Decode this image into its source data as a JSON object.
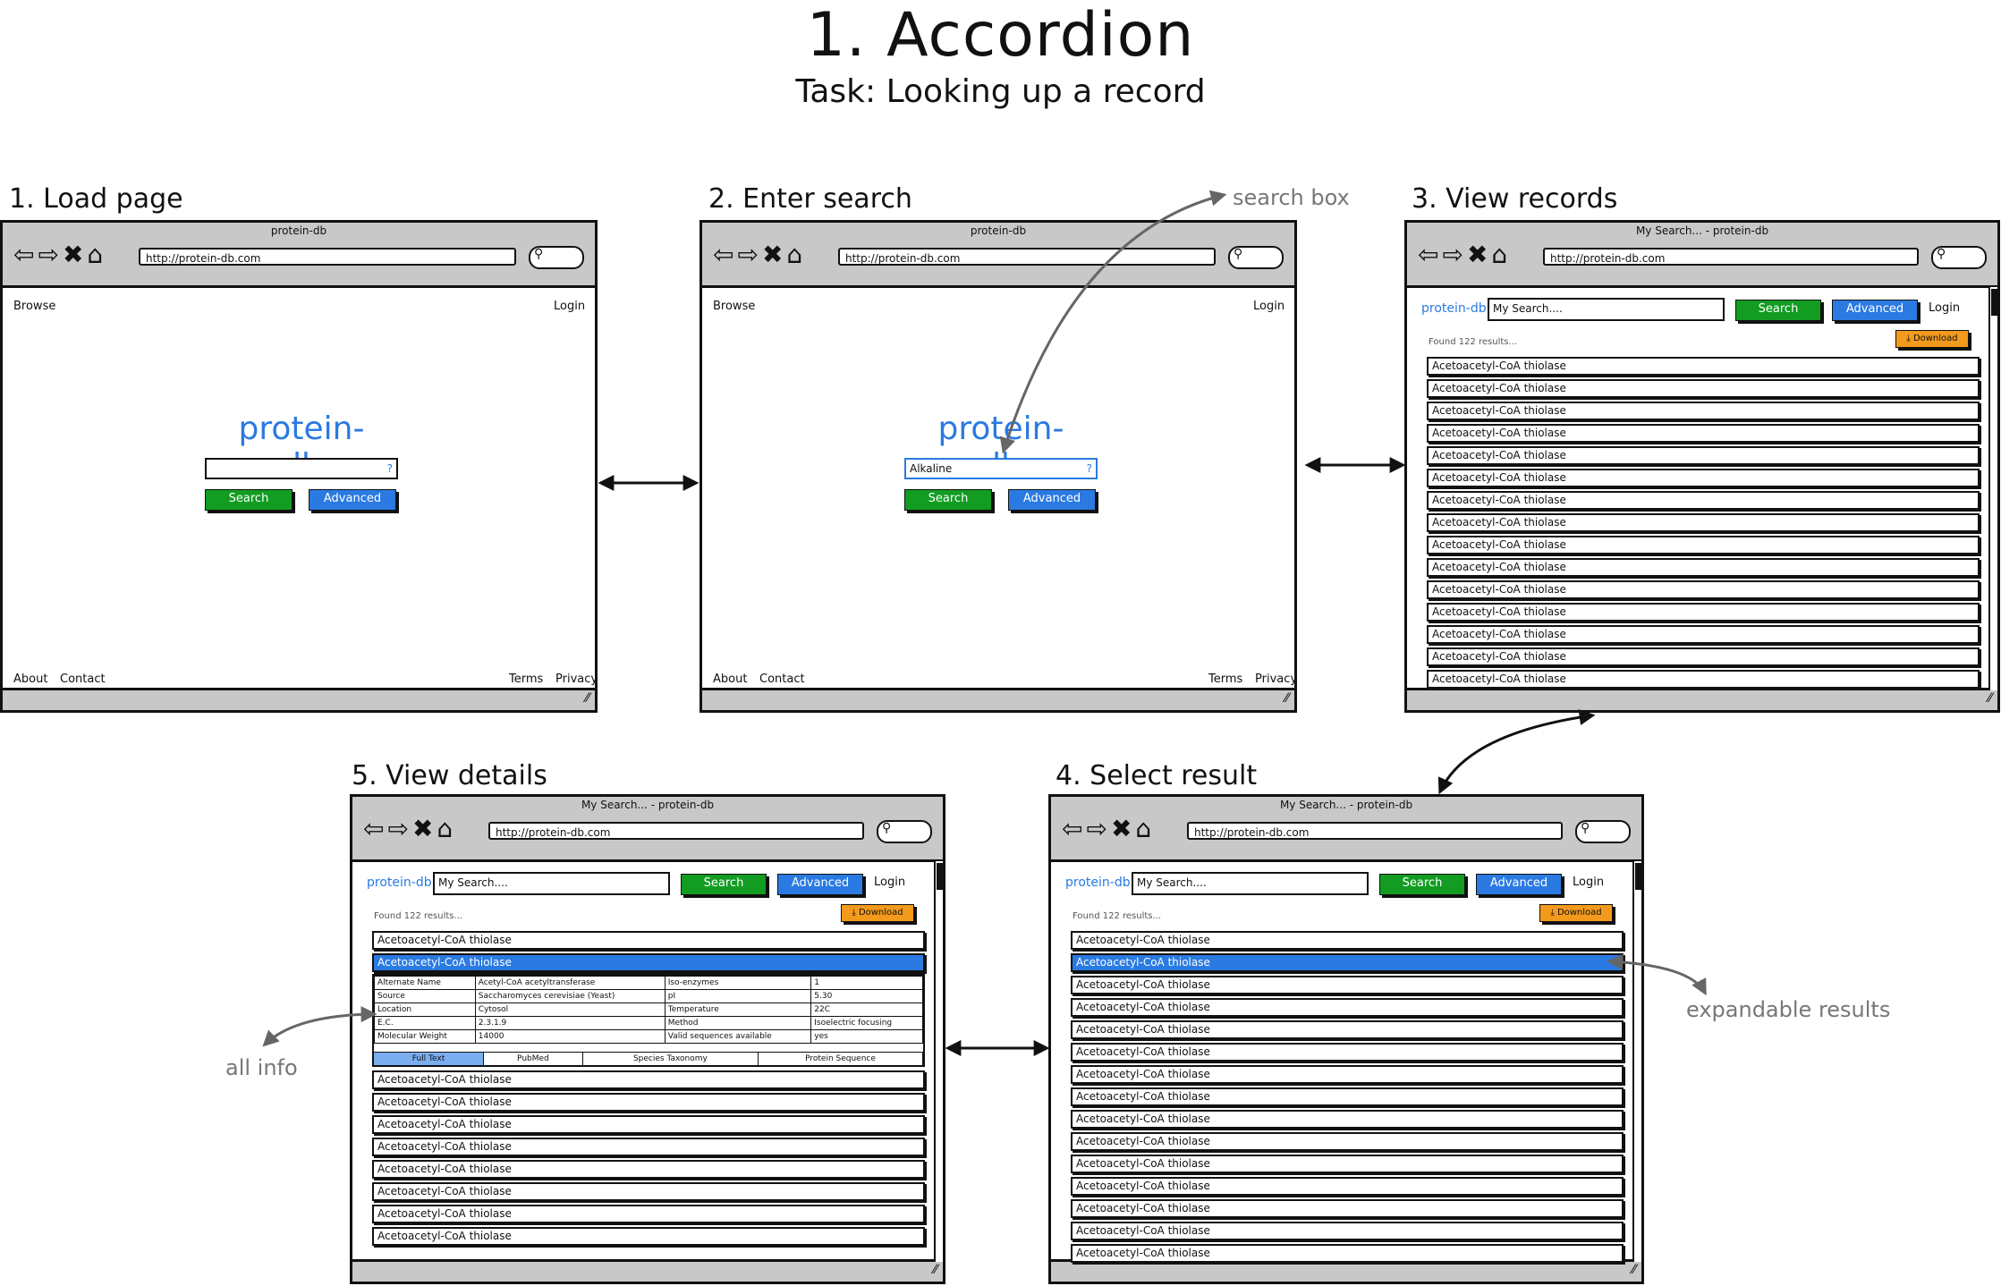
{
  "title": "1. Accordion",
  "subtitle": "Task: Looking up a record",
  "steps": {
    "s1": "1. Load page",
    "s2": "2. Enter search",
    "s3": "3. View records",
    "s4": "4. Select result",
    "s5": "5. View details"
  },
  "notes": {
    "search_box": "search box",
    "expandable": "expandable results",
    "all_info": "all info"
  },
  "browser": {
    "home_title": "protein-db",
    "search_title": "My Search... - protein-db",
    "url": "http://protein-db.com"
  },
  "site": {
    "browse": "Browse",
    "login": "Login",
    "logo": "protein-db",
    "search_btn": "Search",
    "advanced_btn": "Advanced",
    "about": "About",
    "contact": "Contact",
    "terms": "Terms",
    "privacy": "Privacy",
    "help": "?",
    "query": "Alkaline",
    "my_search": "My Search....",
    "found": "Found 122 results...",
    "download": "Download",
    "result": "Acetoacetyl-CoA thiolase"
  },
  "details": {
    "rows": [
      [
        "Alternate Name",
        "Acetyl-CoA acetyltransferase",
        "Iso-enzymes",
        "1"
      ],
      [
        "Source",
        "Saccharomyces cerevisiae (Yeast)",
        "pI",
        "5.30"
      ],
      [
        "Location",
        "Cytosol",
        "Temperature",
        "22C"
      ],
      [
        "E.C.",
        "2.3.1.9",
        "Method",
        "Isoelectric focusing"
      ],
      [
        "Molecular Weight",
        "14000",
        "Valid sequences available",
        "yes"
      ]
    ],
    "tabs": [
      "Full Text",
      "PubMed",
      "Species Taxonomy",
      "Protein Sequence"
    ]
  },
  "colors": {
    "accent": "#2a7ae2",
    "green": "#129c22",
    "orange": "#f39a1c",
    "chrome": "#c8c8c8"
  }
}
